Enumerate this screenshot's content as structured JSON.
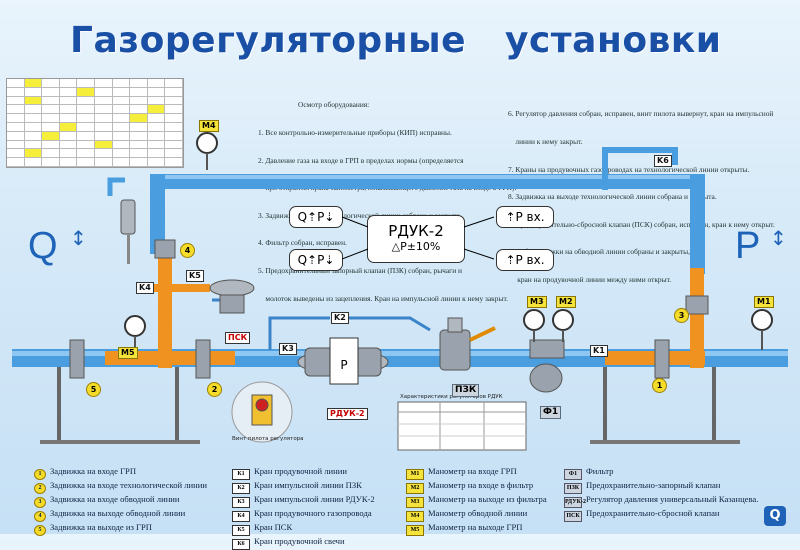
{
  "title": {
    "part1": "Газорегуляторные",
    "part2": "установки"
  },
  "notes_left": {
    "header": "Осмотр оборудования:",
    "lines": [
      "1. Все контрольно-измерительные приборы (КИП) исправны.",
      "2. Давление газа на входе в ГРП в пределах нормы (определяется",
      "    при открытии крана манометра, показывающего давление газа на входе в ГРП).",
      "3. Задвижка на входе технологической линии собрана и закрыта.",
      "4. Фильтр собран, исправен.",
      "5. Предохранительный запорный клапан (ПЗК) собран, рычаги и",
      "    молоток выведены из зацепления. Кран на импульсной линии к нему закрыт."
    ]
  },
  "notes_right": {
    "lines": [
      "6. Регулятор давления собран, исправен, винт пилота вывернут, кран на импульсной",
      "    линии к нему закрыт.",
      "7. Краны на продувочных газопроводах на технологической линии открыты.",
      "8. Задвижка на выходе технологической линии собрана и закрыта.",
      "9. Предохранительно-сбросной клапан (ПСК) собран, исправен, кран к нему открыт.",
      "10. Обе задвижки на обводной линии собраны и закрыты,",
      "     кран на продувочной линии между ними открыт."
    ]
  },
  "symbols": {
    "q": "Q",
    "p": "P"
  },
  "regulator": {
    "name": "РДУК-2",
    "subtitle": "△P±10%"
  },
  "boxes": {
    "q_ip_1": "Q⇡P⇣",
    "q_ip_2": "Q⇡P⇣",
    "p_in_1": "⇡P вх.",
    "p_in_2": "⇡P вх."
  },
  "tags": {
    "m4": "M4",
    "m5": "M5",
    "m3": "M3",
    "m2": "M2",
    "m1": "M1",
    "k4": "K4",
    "k5": "K5",
    "k2": "K2",
    "k3": "K3",
    "k6": "K6",
    "k1": "K1",
    "psk": "ПСК",
    "rduk": "РДУК-2",
    "pzk": "ПЗК",
    "f1": "Ф1",
    "pilot": "Винт пилота регулятора",
    "char_title": "Характеристики регуляторов РДУК"
  },
  "valve_numbers": [
    "1",
    "2",
    "3",
    "4",
    "5"
  ],
  "legend": {
    "col1": [
      {
        "mark": "1",
        "text": "Задвижка на входе ГРП"
      },
      {
        "mark": "2",
        "text": "Задвижка на входе технологической линии"
      },
      {
        "mark": "3",
        "text": "Задвижка на входе обводной линии"
      },
      {
        "mark": "4",
        "text": "Задвижка на выходе обводной линии"
      },
      {
        "mark": "5",
        "text": "Задвижка на выходе из ГРП"
      }
    ],
    "col2": [
      {
        "mark": "К1",
        "text": "Кран продувочной линии"
      },
      {
        "mark": "К2",
        "text": "Кран импульсной линии ПЗК"
      },
      {
        "mark": "К3",
        "text": "Кран импульсной линии РДУК-2"
      },
      {
        "mark": "К4",
        "text": "Кран продувочного газопровода"
      },
      {
        "mark": "К5",
        "text": "Кран ПСК"
      },
      {
        "mark": "К6",
        "text": "Кран продувочной свечи"
      }
    ],
    "col3": [
      {
        "mark": "М1",
        "text": "Манометр на входе ГРП"
      },
      {
        "mark": "М2",
        "text": "Манометр на входе в фильтр"
      },
      {
        "mark": "М3",
        "text": "Манометр на выходе из фильтра"
      },
      {
        "mark": "М4",
        "text": "Манометр обводной линии"
      },
      {
        "mark": "М5",
        "text": "Манометр на выходе ГРП"
      }
    ],
    "col4": [
      {
        "mark": "Ф1",
        "text": "Фильтр"
      },
      {
        "mark": "ПЗК",
        "text": "Предохранительно-запорный клапан"
      },
      {
        "mark": "РДУК-2",
        "text": "Регулятор давления универсальный Казанцева."
      },
      {
        "mark": "ПСК",
        "text": "Предохранительно-сбросной клапан"
      }
    ]
  },
  "colors": {
    "pipe_blue": "#4a9ee0",
    "bypass_orange": "#f0921f",
    "valve_yellow": "#f6dc2a",
    "title_blue": "#1a4fa6"
  },
  "logo": "Q"
}
